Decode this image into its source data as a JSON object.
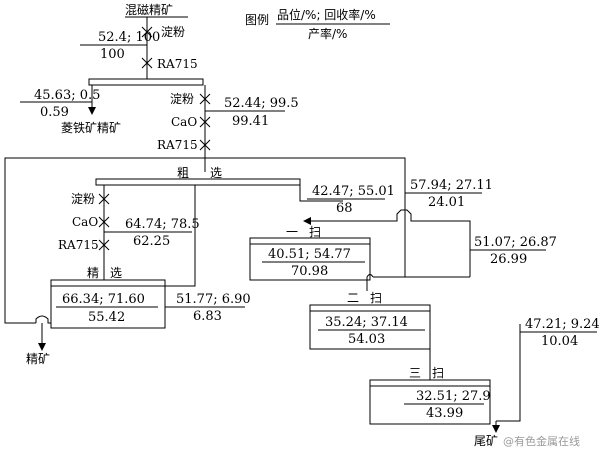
{
  "feed_label": "混磁精矿",
  "legend": {
    "prefix": "图例",
    "numerator": "品位/%; 回收率/%",
    "denominator": "产率/%"
  },
  "reagents": {
    "starch": "淀粉",
    "ra715": "RA715",
    "cao": "CaO"
  },
  "feed_stream": {
    "top": "52.4; 100",
    "bottom": "100"
  },
  "siderite_stream": {
    "top": "45.63; 0.5",
    "bottom": "0.59"
  },
  "siderite_label": "菱铁矿精矿",
  "rougher_feed": {
    "top": "52.44; 99.5",
    "bottom": "99.41"
  },
  "rougher": {
    "label_a": "粗",
    "label_b": "选"
  },
  "rougher_froth_stream": {
    "top": "42.47; 55.01",
    "bottom": "68"
  },
  "rougher_tail_stream": {
    "top": "57.94; 27.11",
    "bottom": "24.01"
  },
  "cleaner_feed_stream": {
    "top": "64.74; 78.5",
    "bottom": "62.25"
  },
  "cleaner": {
    "label_a": "精",
    "label_b": "选",
    "top": "66.34; 71.60",
    "bottom": "55.42"
  },
  "cleaner_middling_stream": {
    "top": "51.77; 6.90",
    "bottom": "6.83"
  },
  "scav1": {
    "label_a": "一",
    "label_b": "扫",
    "top": "40.51; 54.77",
    "bottom": "70.98"
  },
  "scav1_tail_stream": {
    "top": "51.07; 26.87",
    "bottom": "26.99"
  },
  "scav2": {
    "label_a": "二",
    "label_b": "扫",
    "top": "35.24; 37.14",
    "bottom": "54.03"
  },
  "scav3": {
    "label_a": "三",
    "label_b": "扫",
    "top": "32.51; 27.9",
    "bottom": "43.99"
  },
  "scav3_tail_stream": {
    "top": "47.21; 9.24",
    "bottom": "10.04"
  },
  "concentrate_label": "精矿",
  "tailings_label": "尾矿",
  "watermark": "@有色金属在线"
}
